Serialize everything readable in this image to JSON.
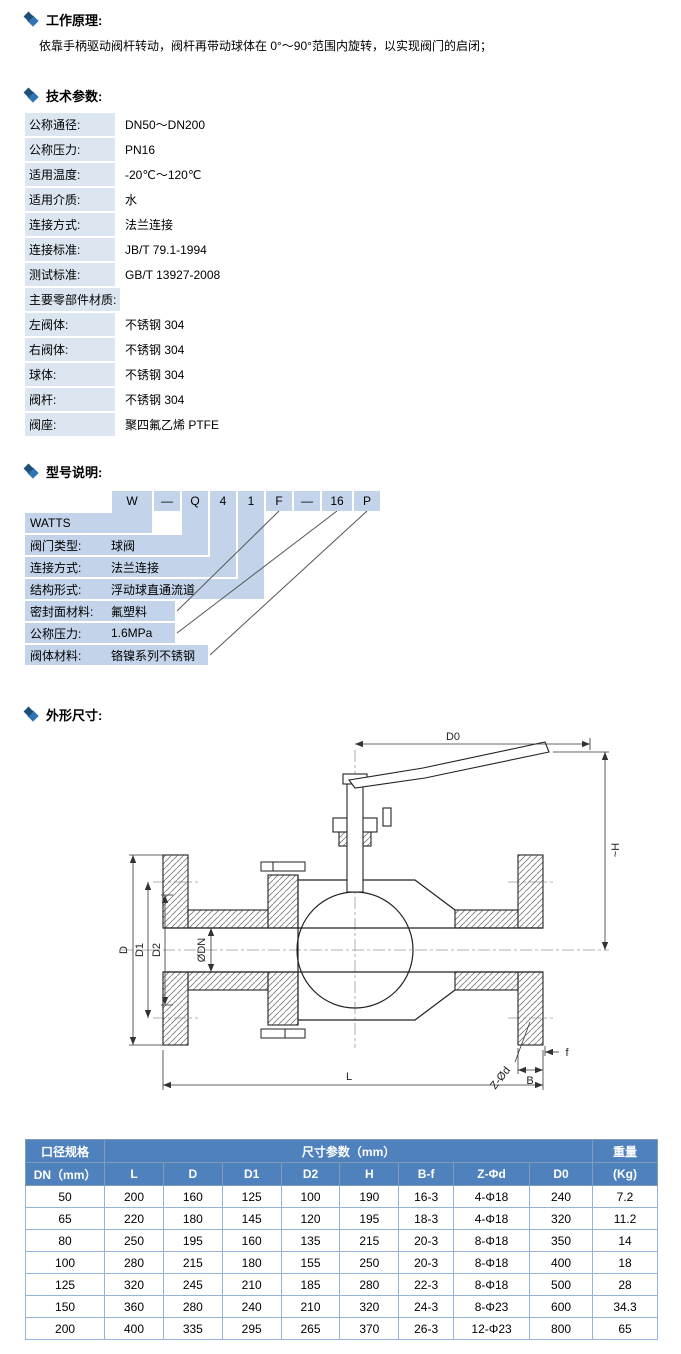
{
  "colors": {
    "accent_dark": "#1f4e79",
    "accent": "#2e74b5",
    "param_label_bg": "#dce6f1",
    "model_bg": "#c3d4ea",
    "table_header_bg": "#4f81bd",
    "table_border": "#95b3d7"
  },
  "principle": {
    "title": "工作原理:",
    "body": "依靠手柄驱动阀杆转动，阀杆再带动球体在 0°～90°范围内旋转，以实现阀门的启闭；"
  },
  "params": {
    "title": "技术参数:",
    "items": [
      {
        "label": "公称通径:",
        "value": "DN50～DN200"
      },
      {
        "label": "公称压力:",
        "value": "PN16"
      },
      {
        "label": "适用温度:",
        "value": "-20℃～120℃"
      },
      {
        "label": "适用介质:",
        "value": "水"
      },
      {
        "label": "连接方式:",
        "value": "法兰连接"
      },
      {
        "label": "连接标准:",
        "value": "JB/T 79.1-1994"
      },
      {
        "label": "测试标准:",
        "value": "GB/T 13927-2008"
      },
      {
        "label": "主要零部件材质:",
        "value": ""
      },
      {
        "label": "左阀体:",
        "value": "不锈钢 304"
      },
      {
        "label": "右阀体:",
        "value": "不锈钢 304"
      },
      {
        "label": "球体:",
        "value": "不锈钢 304"
      },
      {
        "label": "阀杆:",
        "value": "不锈钢 304"
      },
      {
        "label": "阀座:",
        "value": "聚四氟乙烯 PTFE"
      }
    ]
  },
  "model": {
    "title": "型号说明:",
    "code": [
      "W",
      "—",
      "Q",
      "4",
      "1",
      "F",
      "—",
      "16",
      "P"
    ],
    "rows": [
      {
        "label": "WATTS",
        "value": ""
      },
      {
        "label": "阀门类型:",
        "value": "球阀"
      },
      {
        "label": "连接方式:",
        "value": "法兰连接"
      },
      {
        "label": "结构形式:",
        "value": "浮动球直通流道"
      },
      {
        "label": "密封面材料:",
        "value": "氟塑料"
      },
      {
        "label": "公称压力:",
        "value": "1.6MPa"
      },
      {
        "label": "阀体材料:",
        "value": "铬镍系列不锈钢"
      }
    ]
  },
  "dimensions": {
    "title": "外形尺寸:",
    "labels": {
      "d0": "D0",
      "h": "~H",
      "d": "D",
      "d1": "D1",
      "d2": "D2",
      "dn": "ØDN",
      "zd": "Z-Ød",
      "f": "f",
      "b": "B",
      "l": "L"
    }
  },
  "table": {
    "group_headers": {
      "spec": "口径规格",
      "dims": "尺寸参数（mm）",
      "weight": "重量"
    },
    "columns": [
      "DN（mm）",
      "L",
      "D",
      "D1",
      "D2",
      "H",
      "B-f",
      "Z-Φd",
      "D0",
      "(Kg)"
    ],
    "rows": [
      [
        "50",
        "200",
        "160",
        "125",
        "100",
        "190",
        "16-3",
        "4-Φ18",
        "240",
        "7.2"
      ],
      [
        "65",
        "220",
        "180",
        "145",
        "120",
        "195",
        "18-3",
        "4-Φ18",
        "320",
        "11.2"
      ],
      [
        "80",
        "250",
        "195",
        "160",
        "135",
        "215",
        "20-3",
        "8-Φ18",
        "350",
        "14"
      ],
      [
        "100",
        "280",
        "215",
        "180",
        "155",
        "250",
        "20-3",
        "8-Φ18",
        "400",
        "18"
      ],
      [
        "125",
        "320",
        "245",
        "210",
        "185",
        "280",
        "22-3",
        "8-Φ18",
        "500",
        "28"
      ],
      [
        "150",
        "360",
        "280",
        "240",
        "210",
        "320",
        "24-3",
        "8-Φ23",
        "600",
        "34.3"
      ],
      [
        "200",
        "400",
        "335",
        "295",
        "265",
        "370",
        "26-3",
        "12-Φ23",
        "800",
        "65"
      ]
    ]
  }
}
